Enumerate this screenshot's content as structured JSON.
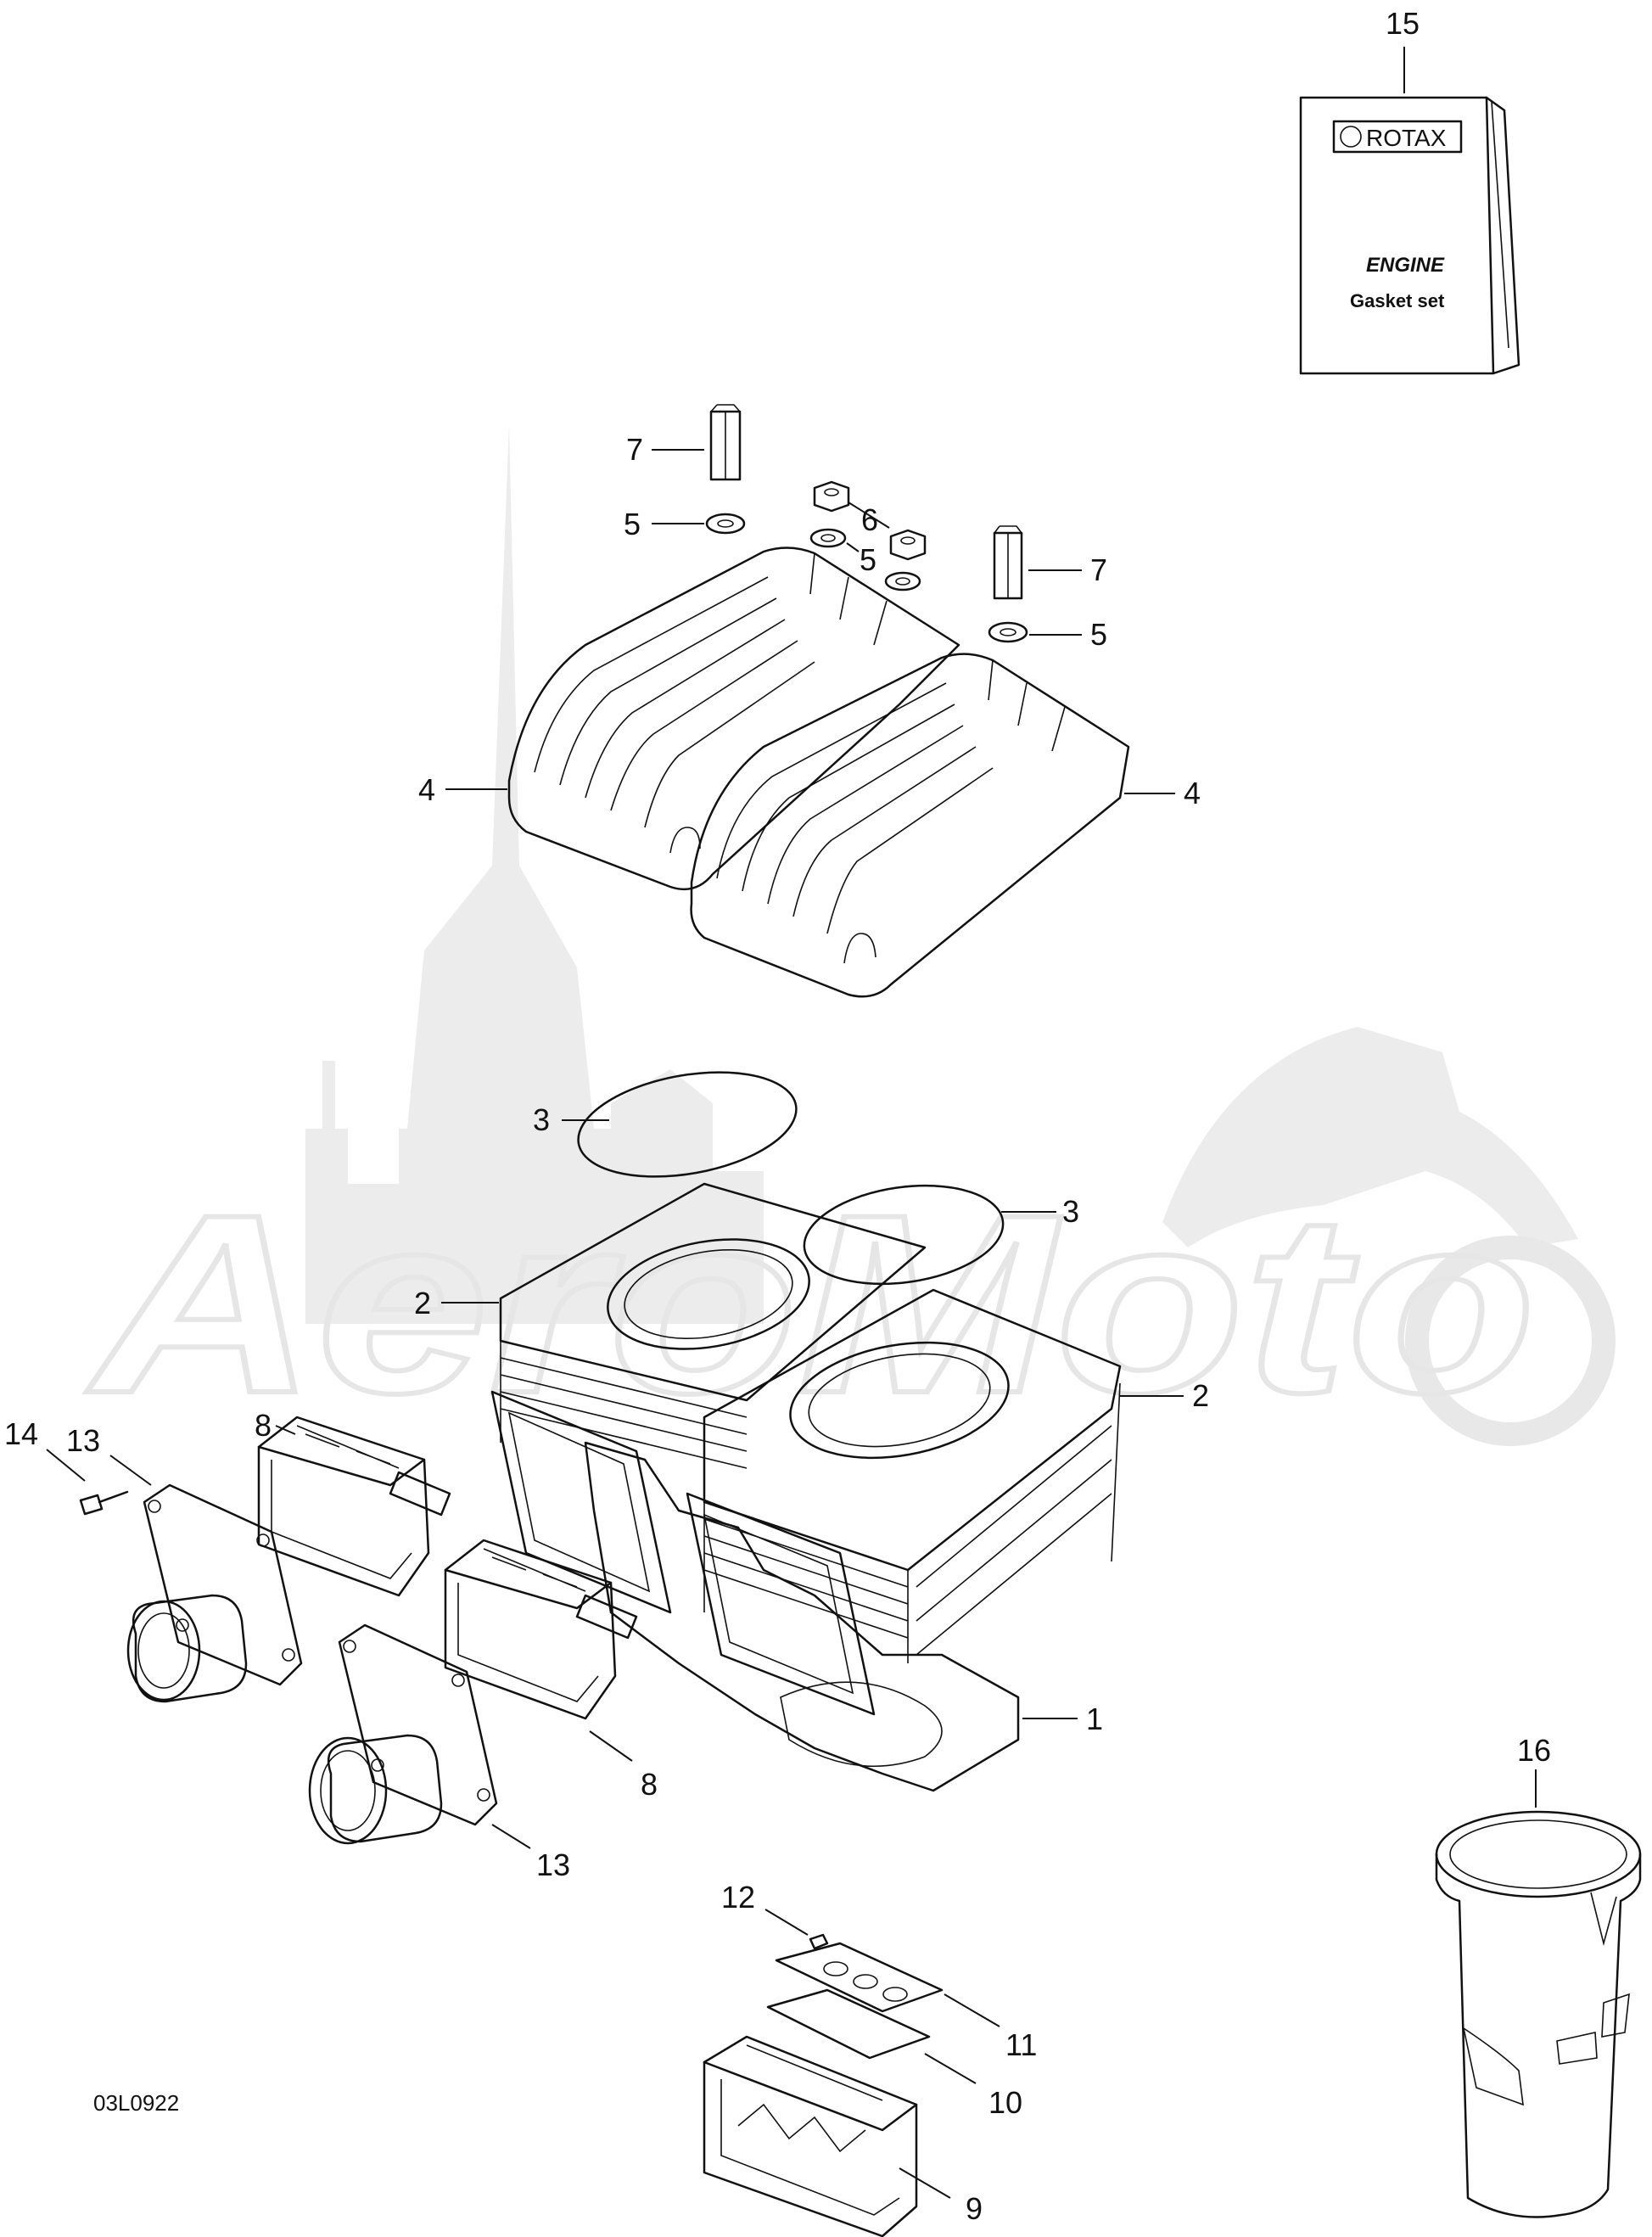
{
  "drawing_code": "03L0922",
  "watermark_text": "AeroMoto",
  "manual": {
    "brand": "ROTAX",
    "line1": "ENGINE",
    "line2": "Gasket set"
  },
  "callouts": [
    {
      "id": "c15",
      "label": "15"
    },
    {
      "id": "c7a",
      "label": "7"
    },
    {
      "id": "c5a",
      "label": "5"
    },
    {
      "id": "c6",
      "label": "6"
    },
    {
      "id": "c5b",
      "label": "5"
    },
    {
      "id": "c7b",
      "label": "7"
    },
    {
      "id": "c5c",
      "label": "5"
    },
    {
      "id": "c4a",
      "label": "4"
    },
    {
      "id": "c4b",
      "label": "4"
    },
    {
      "id": "c3a",
      "label": "3"
    },
    {
      "id": "c3b",
      "label": "3"
    },
    {
      "id": "c2a",
      "label": "2"
    },
    {
      "id": "c2b",
      "label": "2"
    },
    {
      "id": "c8a",
      "label": "8"
    },
    {
      "id": "c13a",
      "label": "13"
    },
    {
      "id": "c14",
      "label": "14"
    },
    {
      "id": "c1",
      "label": "1"
    },
    {
      "id": "c8b",
      "label": "8"
    },
    {
      "id": "c13b",
      "label": "13"
    },
    {
      "id": "c16",
      "label": "16"
    },
    {
      "id": "c12",
      "label": "12"
    },
    {
      "id": "c11",
      "label": "11"
    },
    {
      "id": "c10",
      "label": "10"
    },
    {
      "id": "c9",
      "label": "9"
    }
  ]
}
